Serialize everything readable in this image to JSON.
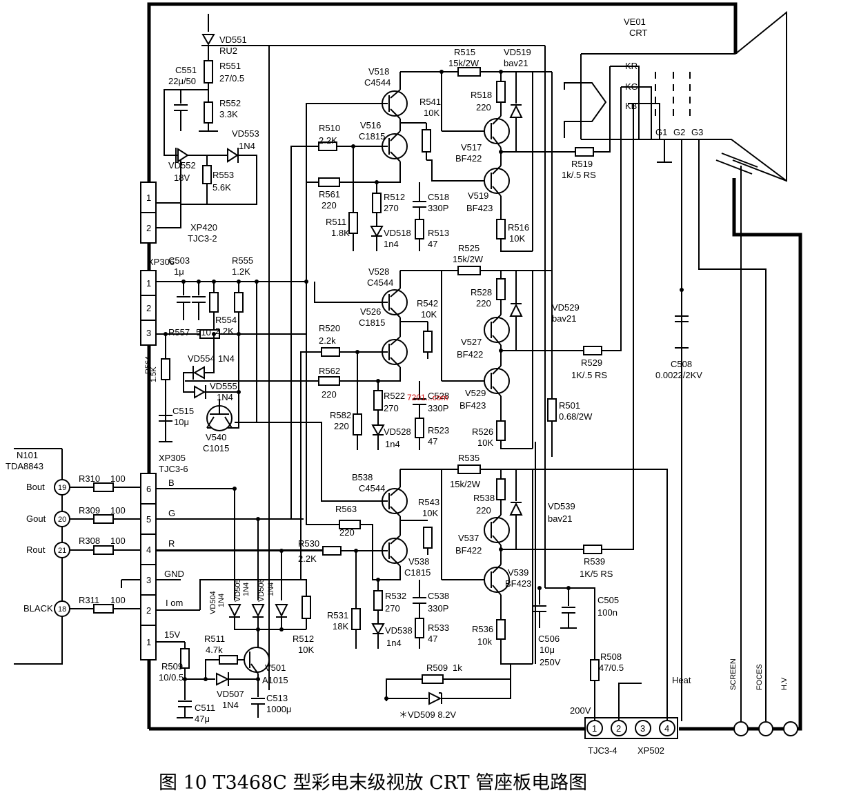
{
  "caption": "图 10   T3468C 型彩电末级视放 CRT 管座板电路图",
  "watermark": "7201...com",
  "crt": {
    "ref": "VE01",
    "name": "CRT",
    "cathodes": [
      "KR",
      "KG",
      "KB"
    ],
    "grids": [
      "G1",
      "G2",
      "G3"
    ]
  },
  "ic": {
    "ref": "N101",
    "part": "TDA8843",
    "pins": [
      {
        "num": "19",
        "name": "Bout"
      },
      {
        "num": "20",
        "name": "Gout"
      },
      {
        "num": "21",
        "name": "Rout"
      },
      {
        "num": "18",
        "name": "BLACK"
      }
    ]
  },
  "connectors": {
    "xp420": {
      "ref": "XP420",
      "type": "TJC3-2",
      "pins": [
        "1",
        "2"
      ]
    },
    "xp306": {
      "ref": "XP306",
      "pins": [
        "1",
        "2",
        "3"
      ]
    },
    "xp305": {
      "ref": "XP305",
      "type": "TJC3-6",
      "pins": [
        "6",
        "5",
        "4",
        "3",
        "2",
        "1"
      ],
      "signals": [
        "B",
        "G",
        "R",
        "GND",
        "I om",
        "15V"
      ]
    },
    "xp502": {
      "ref": "XP502",
      "type": "TJC3-4",
      "pins": [
        "1",
        "2",
        "3",
        "4"
      ],
      "voltage": "200V",
      "heat": "Heat"
    }
  },
  "right_terminals": [
    "SCREEN",
    "FOCES",
    "H.V"
  ],
  "labels": [
    {
      "id": "vd551",
      "text": "VD551"
    },
    {
      "id": "ru2",
      "text": "RU2"
    },
    {
      "id": "c551",
      "text": "C551"
    },
    {
      "id": "c551v",
      "text": "22μ/50"
    },
    {
      "id": "r551",
      "text": "R551"
    },
    {
      "id": "r551v",
      "text": "27/0.5"
    },
    {
      "id": "r552",
      "text": "R552"
    },
    {
      "id": "r552v",
      "text": "3.3K"
    },
    {
      "id": "vd553",
      "text": "VD553"
    },
    {
      "id": "vd553v",
      "text": "1N4"
    },
    {
      "id": "vd552",
      "text": "VD552"
    },
    {
      "id": "vd552v",
      "text": "18V"
    },
    {
      "id": "r553",
      "text": "R553"
    },
    {
      "id": "r553v",
      "text": "5.6K"
    },
    {
      "id": "r515",
      "text": "R515"
    },
    {
      "id": "r515v",
      "text": "15k/2W"
    },
    {
      "id": "vd519",
      "text": "VD519"
    },
    {
      "id": "vd519v",
      "text": "bav21"
    },
    {
      "id": "v518",
      "text": "V518"
    },
    {
      "id": "v518v",
      "text": "C4544"
    },
    {
      "id": "r541",
      "text": "R541"
    },
    {
      "id": "r541v",
      "text": "10K"
    },
    {
      "id": "r518",
      "text": "R518"
    },
    {
      "id": "r518v",
      "text": "220"
    },
    {
      "id": "r510",
      "text": "R510"
    },
    {
      "id": "r510v",
      "text": "2.2K"
    },
    {
      "id": "v516",
      "text": "V516"
    },
    {
      "id": "v516v",
      "text": "C1815"
    },
    {
      "id": "v517",
      "text": "V517"
    },
    {
      "id": "v517v",
      "text": "BF422"
    },
    {
      "id": "r519",
      "text": "R519"
    },
    {
      "id": "r519v",
      "text": "1k/.5 RS"
    },
    {
      "id": "r561",
      "text": "R561"
    },
    {
      "id": "r561v",
      "text": "220"
    },
    {
      "id": "r512a",
      "text": "R512"
    },
    {
      "id": "r512av",
      "text": "270"
    },
    {
      "id": "c518",
      "text": "C518"
    },
    {
      "id": "c518v",
      "text": "330P"
    },
    {
      "id": "v519",
      "text": "V519"
    },
    {
      "id": "v519v",
      "text": "BF423"
    },
    {
      "id": "r511",
      "text": "R511"
    },
    {
      "id": "r511v",
      "text": "1.8K"
    },
    {
      "id": "vd518",
      "text": "VD518"
    },
    {
      "id": "vd518v",
      "text": "1n4"
    },
    {
      "id": "r513",
      "text": "R513"
    },
    {
      "id": "r513v",
      "text": "47"
    },
    {
      "id": "r516",
      "text": "R516"
    },
    {
      "id": "r516v",
      "text": "10K"
    },
    {
      "id": "c503",
      "text": "C503"
    },
    {
      "id": "c503v",
      "text": "1μ"
    },
    {
      "id": "r555",
      "text": "R555"
    },
    {
      "id": "r555v",
      "text": "1.2K"
    },
    {
      "id": "r525",
      "text": "R525"
    },
    {
      "id": "r525v",
      "text": "15k/2W"
    },
    {
      "id": "v528",
      "text": "V528"
    },
    {
      "id": "v528v",
      "text": "C4544"
    },
    {
      "id": "r528",
      "text": "R528"
    },
    {
      "id": "r528v",
      "text": "220"
    },
    {
      "id": "vd529",
      "text": "VD529"
    },
    {
      "id": "vd529v",
      "text": "bav21"
    },
    {
      "id": "v526",
      "text": "V526"
    },
    {
      "id": "v526v",
      "text": "C1815"
    },
    {
      "id": "r542",
      "text": "R542"
    },
    {
      "id": "r542v",
      "text": "10K"
    },
    {
      "id": "r554",
      "text": "R554"
    },
    {
      "id": "r554v",
      "text": "2.2K"
    },
    {
      "id": "r557",
      "text": "R557"
    },
    {
      "id": "r557v",
      "text": "510"
    },
    {
      "id": "r520",
      "text": "R520"
    },
    {
      "id": "r520v",
      "text": "2.2k"
    },
    {
      "id": "v527",
      "text": "V527"
    },
    {
      "id": "v527v",
      "text": "BF422"
    },
    {
      "id": "r529",
      "text": "R529"
    },
    {
      "id": "r529v",
      "text": "1K/.5 RS"
    },
    {
      "id": "c508",
      "text": "C508"
    },
    {
      "id": "c508v",
      "text": "0.0022/2KV"
    },
    {
      "id": "vd554",
      "text": "VD554"
    },
    {
      "id": "vd554v",
      "text": "1N4"
    },
    {
      "id": "r564",
      "text": "R564"
    },
    {
      "id": "r564v",
      "text": "1.5K"
    },
    {
      "id": "r562",
      "text": "R562"
    },
    {
      "id": "r562v",
      "text": "220"
    },
    {
      "id": "vd555",
      "text": "VD555"
    },
    {
      "id": "vd555v",
      "text": "1N4"
    },
    {
      "id": "r522",
      "text": "R522"
    },
    {
      "id": "r522v",
      "text": "270"
    },
    {
      "id": "c528",
      "text": "C528"
    },
    {
      "id": "c528v",
      "text": "330P"
    },
    {
      "id": "v529",
      "text": "V529"
    },
    {
      "id": "v529v",
      "text": "BF423"
    },
    {
      "id": "c515",
      "text": "C515"
    },
    {
      "id": "c515v",
      "text": "10μ"
    },
    {
      "id": "r582",
      "text": "R582"
    },
    {
      "id": "r582v",
      "text": "220"
    },
    {
      "id": "vd528",
      "text": "VD528"
    },
    {
      "id": "vd528v",
      "text": "1n4"
    },
    {
      "id": "r523",
      "text": "R523"
    },
    {
      "id": "r523v",
      "text": "47"
    },
    {
      "id": "r501",
      "text": "R501"
    },
    {
      "id": "r501v",
      "text": "0.68/2W"
    },
    {
      "id": "v540",
      "text": "V540"
    },
    {
      "id": "v540v",
      "text": "C1015"
    },
    {
      "id": "r526",
      "text": "R526"
    },
    {
      "id": "r526v",
      "text": "10K"
    },
    {
      "id": "r310",
      "text": "R310"
    },
    {
      "id": "r310v",
      "text": "100"
    },
    {
      "id": "r309",
      "text": "R309"
    },
    {
      "id": "r309v",
      "text": "100"
    },
    {
      "id": "r308",
      "text": "R308"
    },
    {
      "id": "r308v",
      "text": "100"
    },
    {
      "id": "r311",
      "text": "R311"
    },
    {
      "id": "r311v",
      "text": "100"
    },
    {
      "id": "r535",
      "text": "R535"
    },
    {
      "id": "r535v",
      "text": "15k/2W"
    },
    {
      "id": "b538",
      "text": "B538"
    },
    {
      "id": "b538v",
      "text": "C4544"
    },
    {
      "id": "r543",
      "text": "R543"
    },
    {
      "id": "r543v",
      "text": "10K"
    },
    {
      "id": "r538",
      "text": "R538"
    },
    {
      "id": "r538v",
      "text": "220"
    },
    {
      "id": "vd539",
      "text": "VD539"
    },
    {
      "id": "vd539v",
      "text": "bav21"
    },
    {
      "id": "r563",
      "text": "R563"
    },
    {
      "id": "r563v",
      "text": "220"
    },
    {
      "id": "v537",
      "text": "V537"
    },
    {
      "id": "v537v",
      "text": "BF422"
    },
    {
      "id": "r530",
      "text": "R530"
    },
    {
      "id": "r530v",
      "text": "2.2K"
    },
    {
      "id": "v538",
      "text": "V538"
    },
    {
      "id": "v538v",
      "text": "C1815"
    },
    {
      "id": "r539",
      "text": "R539"
    },
    {
      "id": "r539v",
      "text": "1K/5 RS"
    },
    {
      "id": "v539",
      "text": "V539"
    },
    {
      "id": "v539v",
      "text": "BF423"
    },
    {
      "id": "vd504",
      "text": "VD504"
    },
    {
      "id": "vd504v",
      "text": "1N4"
    },
    {
      "id": "vd505",
      "text": "VD505"
    },
    {
      "id": "vd505v",
      "text": "1N4"
    },
    {
      "id": "vd506",
      "text": "VD506"
    },
    {
      "id": "vd506v",
      "text": "1N4"
    },
    {
      "id": "r532",
      "text": "R532"
    },
    {
      "id": "r532v",
      "text": "270"
    },
    {
      "id": "c538",
      "text": "C538"
    },
    {
      "id": "c538v",
      "text": "330P"
    },
    {
      "id": "c505",
      "text": "C505"
    },
    {
      "id": "c505v",
      "text": "100n"
    },
    {
      "id": "r531",
      "text": "R531"
    },
    {
      "id": "r531v",
      "text": "18K"
    },
    {
      "id": "r512b",
      "text": "R512"
    },
    {
      "id": "r512bv",
      "text": "10K"
    },
    {
      "id": "vd538",
      "text": "VD538"
    },
    {
      "id": "vd538v",
      "text": "1n4"
    },
    {
      "id": "r533",
      "text": "R533"
    },
    {
      "id": "r533v",
      "text": "47"
    },
    {
      "id": "r536",
      "text": "R536"
    },
    {
      "id": "r536v",
      "text": "10k"
    },
    {
      "id": "c506",
      "text": "C506"
    },
    {
      "id": "c506v",
      "text": "10μ"
    },
    {
      "id": "c506v2",
      "text": "250V"
    },
    {
      "id": "r511b",
      "text": "R511"
    },
    {
      "id": "r511bv",
      "text": "4.7k"
    },
    {
      "id": "r509",
      "text": "R509"
    },
    {
      "id": "r509v",
      "text": "10/0.5"
    },
    {
      "id": "v501",
      "text": "V501"
    },
    {
      "id": "v501v",
      "text": "A1015"
    },
    {
      "id": "r509b",
      "text": "R509"
    },
    {
      "id": "r509bv",
      "text": "1k"
    },
    {
      "id": "r508",
      "text": "R508"
    },
    {
      "id": "r508v",
      "text": "47/0.5"
    },
    {
      "id": "vd507",
      "text": "VD507"
    },
    {
      "id": "vd507v",
      "text": "1N4"
    },
    {
      "id": "c513",
      "text": "C513"
    },
    {
      "id": "c513v",
      "text": "1000μ"
    },
    {
      "id": "c511",
      "text": "C511"
    },
    {
      "id": "c511v",
      "text": "47μ"
    },
    {
      "id": "vd509",
      "text": "＊VD509 8.2V"
    }
  ]
}
